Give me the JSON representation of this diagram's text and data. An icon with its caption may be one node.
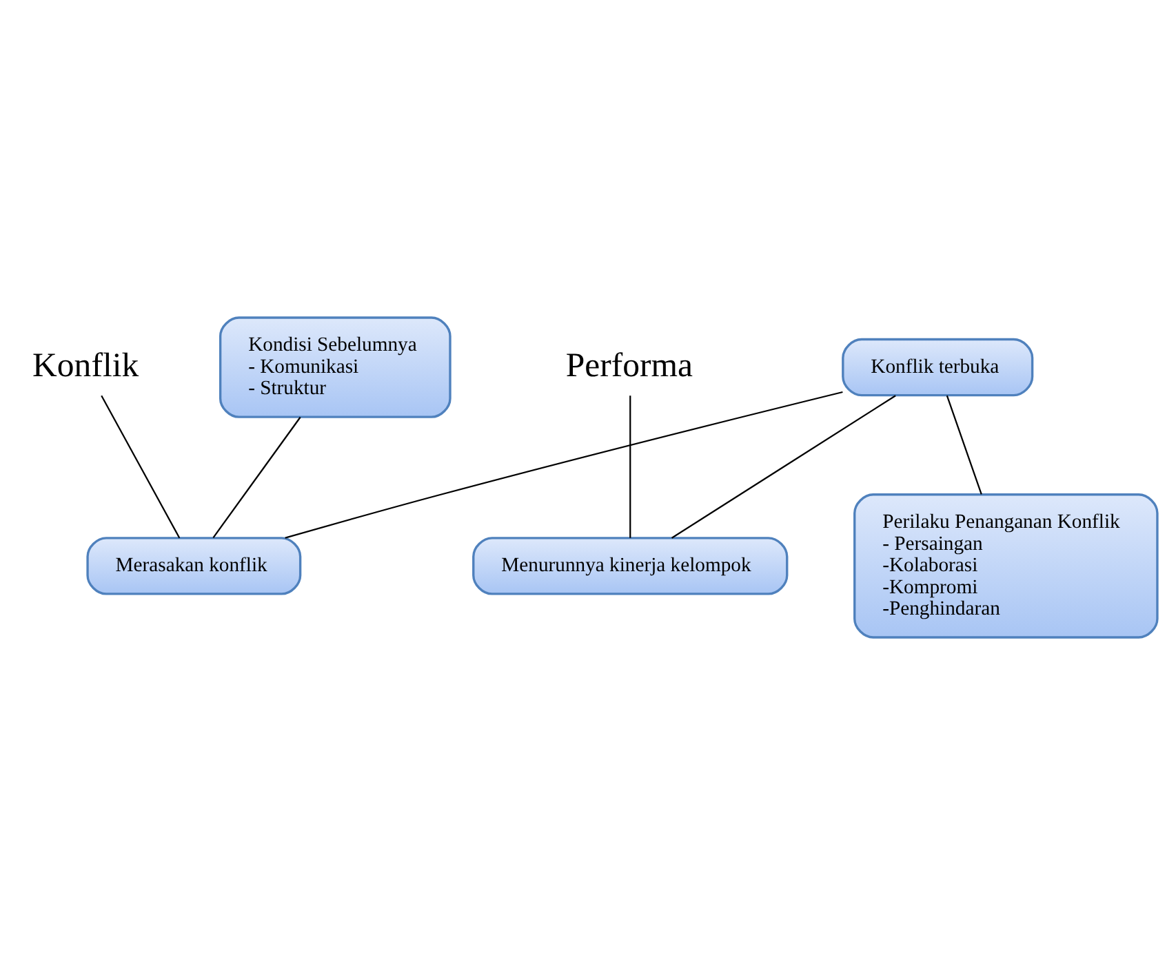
{
  "diagram": {
    "nodes": [
      {
        "text": [
          "Konflik"
        ]
      },
      {
        "text": [
          "Performa"
        ]
      },
      {
        "text": [
          "Kondisi Sebelumnya",
          "- Komunikasi",
          "- Struktur"
        ]
      },
      {
        "text": [
          "Konflik terbuka"
        ]
      },
      {
        "text": [
          "Merasakan konflik"
        ]
      },
      {
        "text": [
          "Menurunnya kinerja kelompok"
        ]
      },
      {
        "text": [
          "Perilaku Penanganan Konflik",
          "- Persaingan",
          "-Kolaborasi",
          "-Kompromi",
          "-Penghindaran"
        ]
      }
    ],
    "edges": [
      {
        "from": 0,
        "to": 4,
        "arrow": "none"
      },
      {
        "from": 1,
        "to": 5,
        "arrow": "none"
      },
      {
        "from": 2,
        "to": 4,
        "arrow": "none"
      },
      {
        "from": 4,
        "to": 3,
        "arrow": "none"
      },
      {
        "from": 3,
        "to": 6,
        "arrow": "none"
      },
      {
        "from": 3,
        "to": 5,
        "arrow": "none"
      }
    ]
  }
}
